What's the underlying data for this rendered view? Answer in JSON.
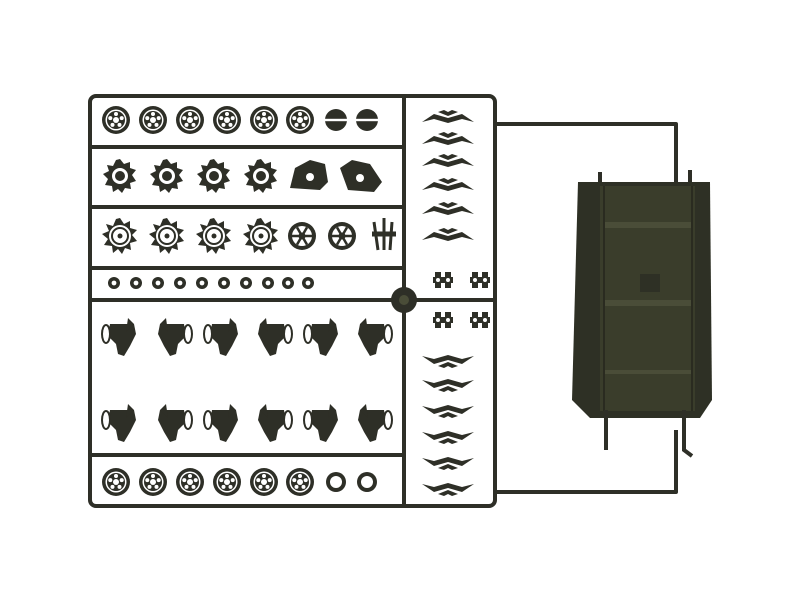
{
  "image": {
    "subject": "model-kit-sprue",
    "background_color": "#ffffff",
    "plastic_color": "#2e2f27",
    "hull_color": "#3a3d2b",
    "hull_highlight_color": "#4a4d38"
  },
  "sprue": {
    "road_wheel_rows": 2,
    "sprocket_rows": 2,
    "track_link_rows": 2,
    "suspension_arm_rows": 2
  }
}
